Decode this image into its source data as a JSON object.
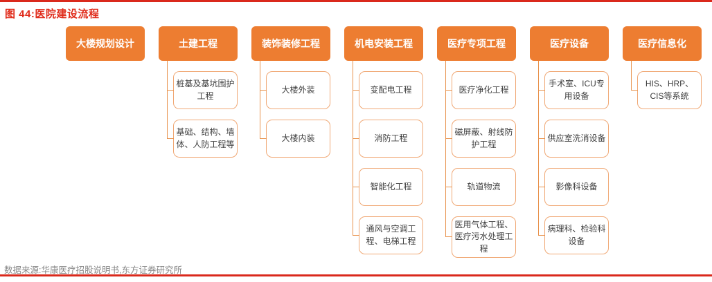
{
  "title": "图 44:医院建设流程",
  "source": "数据来源:华康医疗招股说明书,东方证券研究所",
  "colors": {
    "accent_red": "#da291c",
    "title_red": "#e02b1a",
    "header_orange": "#ed7d31",
    "child_border_orange": "#f0a875",
    "connector_orange": "#e8924c",
    "source_gray": "#868686",
    "child_text": "#3f3f3f"
  },
  "columns": [
    {
      "header": "大楼规划设计",
      "children": []
    },
    {
      "header": "土建工程",
      "children": [
        "桩基及基坑围护工程",
        "基础、结构、墙体、人防工程等"
      ]
    },
    {
      "header": "装饰装修工程",
      "children": [
        "大楼外装",
        "大楼内装"
      ]
    },
    {
      "header": "机电安装工程",
      "children": [
        "变配电工程",
        "消防工程",
        "智能化工程",
        "通风与空调工程、电梯工程"
      ]
    },
    {
      "header": "医疗专项工程",
      "children": [
        "医疗净化工程",
        "磁屏蔽、射线防护工程",
        "轨道物流",
        "医用气体工程、医疗污水处理工程"
      ]
    },
    {
      "header": "医疗设备",
      "children": [
        "手术室、ICU专用设备",
        "供应室洗消设备",
        "影像科设备",
        "病理科、检验科设备"
      ]
    },
    {
      "header": "医疗信息化",
      "children": [
        "HIS、HRP、CIS等系统"
      ]
    }
  ]
}
